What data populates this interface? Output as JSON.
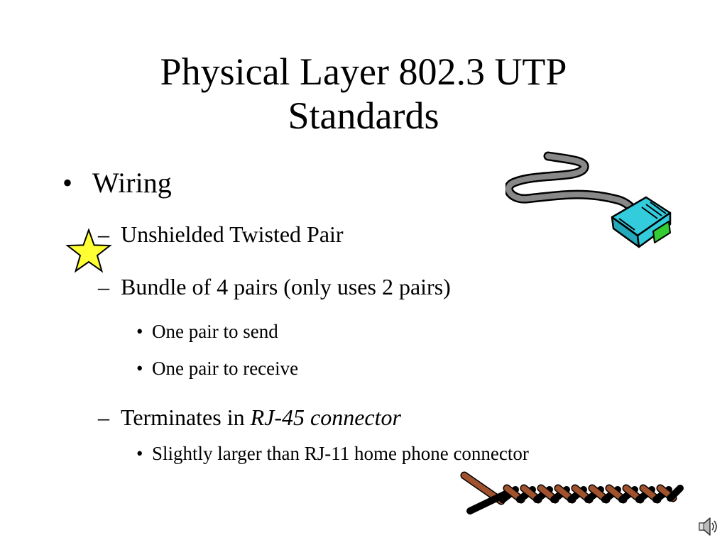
{
  "slide": {
    "title_line1": "Physical Layer 802.3 UTP",
    "title_line2": "Standards",
    "bullets": {
      "wiring": "Wiring",
      "utp": "Unshielded Twisted Pair",
      "bundle": "Bundle of 4 pairs (only uses 2 pairs)",
      "send": "One pair to send",
      "receive": "One pair to receive",
      "terminates_prefix": "Terminates in ",
      "terminates_italic": "RJ-45 connector",
      "larger": "Slightly larger than RJ-11 home phone connector"
    },
    "markers": {
      "level1": "•",
      "level2": "–",
      "level3": "•"
    },
    "icons": {
      "star": "star-icon",
      "cable": "rj45-cable-icon",
      "twisted_pair": "twisted-pair-icon",
      "speaker": "speaker-icon"
    },
    "colors": {
      "star_fill": "#ffff33",
      "connector": "#33ccdd",
      "connector_tab": "#33cc33",
      "cable": "#888888",
      "wire_brown": "#a0522d",
      "wire_black": "#000000"
    }
  }
}
